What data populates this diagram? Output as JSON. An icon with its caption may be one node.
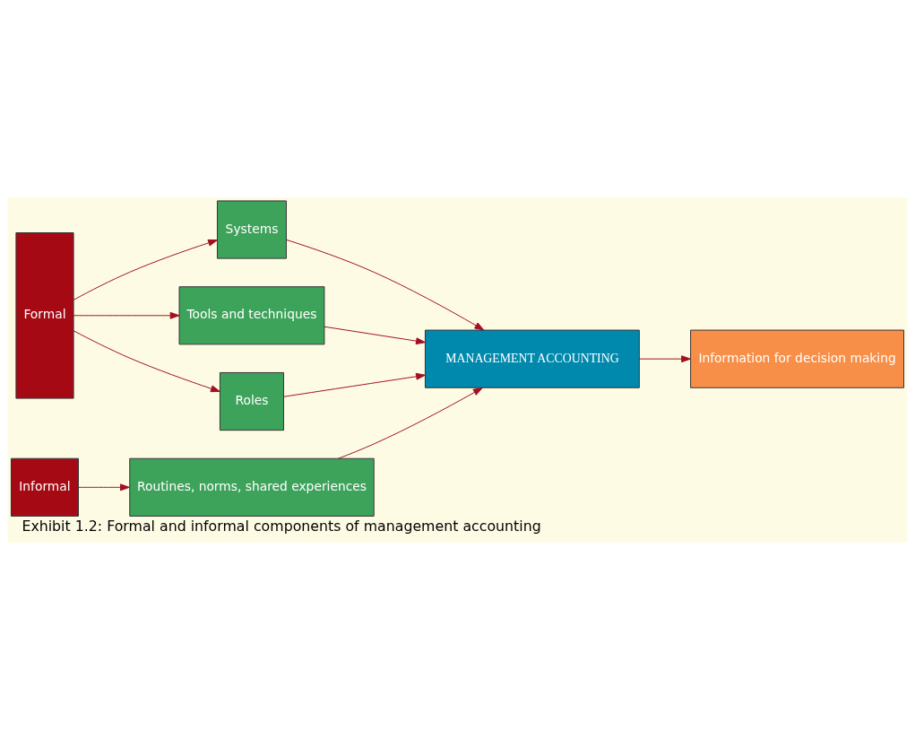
{
  "diagram": {
    "caption": "Exhibit 1.2: Formal and informal components of management accounting",
    "nodes": [
      {
        "text": [
          "Formal"
        ]
      },
      {
        "text": [
          "Systems"
        ]
      },
      {
        "text": [
          "Tools and techniques"
        ]
      },
      {
        "text": [
          "Roles"
        ]
      },
      {
        "text": [
          "MANAGEMENT ACCOUNTING"
        ]
      },
      {
        "text": [
          "Information for decision making"
        ]
      },
      {
        "text": [
          "Informal"
        ]
      },
      {
        "text": [
          "Routines, norms, shared experiences"
        ]
      }
    ],
    "edges": [
      {
        "from": 0,
        "to": 1,
        "arrow": "to"
      },
      {
        "from": 0,
        "to": 2,
        "arrow": "to"
      },
      {
        "from": 0,
        "to": 3,
        "arrow": "to"
      },
      {
        "from": 6,
        "to": 7,
        "arrow": "to"
      },
      {
        "from": 1,
        "to": 4,
        "arrow": "to"
      },
      {
        "from": 2,
        "to": 4,
        "arrow": "to"
      },
      {
        "from": 3,
        "to": 4,
        "arrow": "to"
      },
      {
        "from": 7,
        "to": 4,
        "arrow": "to"
      },
      {
        "from": 4,
        "to": 5,
        "arrow": "to"
      }
    ]
  }
}
